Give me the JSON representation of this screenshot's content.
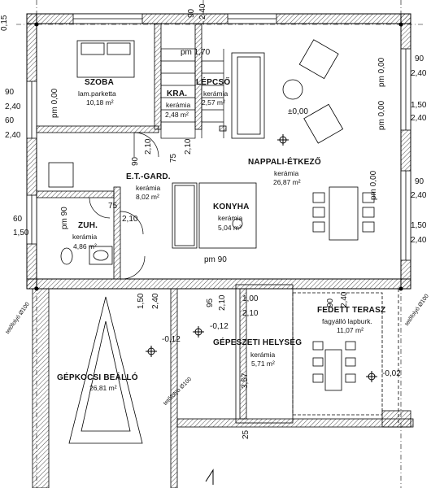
{
  "rooms": [
    {
      "id": "szoba",
      "name": "SZOBA",
      "material": "lam.parketta",
      "area": "10,18 m²"
    },
    {
      "id": "kra",
      "name": "KRA.",
      "material": "kerámia",
      "area": "2,48 m²"
    },
    {
      "id": "lepcso",
      "name": "LÉPCSŐ",
      "material": "kerámia",
      "area": "2,57 m²"
    },
    {
      "id": "nappali",
      "name": "NAPPALI-ÉTKEZŐ",
      "material": "kerámia",
      "area": "26,87 m²"
    },
    {
      "id": "gard",
      "name": "E.T.-GARD.",
      "material": "kerámia",
      "area": "8,02 m²"
    },
    {
      "id": "konyha",
      "name": "KONYHA",
      "material": "kerámia",
      "area": "5,04 m²"
    },
    {
      "id": "zuh",
      "name": "ZUH.",
      "material": "kerámia",
      "area": "4,86 m²"
    },
    {
      "id": "terasz",
      "name": "FEDETT TERASZ",
      "material": "fagyálló lapburk.",
      "area": "11,07 m²"
    },
    {
      "id": "gepeszeti",
      "name": "GÉPESZETI HELYSÉG",
      "material": "kerámia",
      "area": "5,71 m²"
    },
    {
      "id": "gepkocsi",
      "name": "GÉPKOCSI BEÁLLÓ",
      "material": "",
      "area": "26,81 m²"
    }
  ],
  "dimensions": {
    "top_90": "90",
    "top_240": "2,40",
    "left_90": "90",
    "left_240a": "2,40",
    "left_60": "60",
    "left_240b": "2,40",
    "left_60b": "60",
    "left_150": "1,50",
    "right_90": "90",
    "right_240a": "2,40",
    "right_150": "1,50",
    "right_240b": "2,40",
    "right_90b": "90",
    "right_240c": "2,40",
    "right_150b": "1,50",
    "right_240d": "2,40",
    "door_90a": "90",
    "door_210a": "2,10",
    "door_75a": "75",
    "door_210b": "2,10",
    "door_75b": "75",
    "door_210c": "2,10",
    "door_90b": "90",
    "door_150": "1,50",
    "door_240": "2,40",
    "door_95": "95",
    "door_210d": "2,10",
    "door_100": "1,00",
    "door_210e": "2,10",
    "door_90c": "90",
    "door_240e": "2,40",
    "dim_357": "3,57",
    "dim_25": "25",
    "tl_015": "0,15"
  },
  "parapets": {
    "pm_170": "pm 1,70",
    "pm_000_szoba": "pm 0,00",
    "pm_90_zuh": "pm 90",
    "pm_90_konyha": "pm 90",
    "pm_000_r1": "pm 0,00",
    "pm_000_r2": "pm 0,00",
    "pm_000_r3": "pm 0,00"
  },
  "levels": {
    "main": "±0,00",
    "garage": "-0,12",
    "gepeszeti": "-0,12",
    "terasz": "-0,02"
  },
  "drains": {
    "d1": "tetőfolyó Ø100",
    "d2": "tetőfolyó Ø100",
    "d3": "tetőfolyó Ø100"
  }
}
